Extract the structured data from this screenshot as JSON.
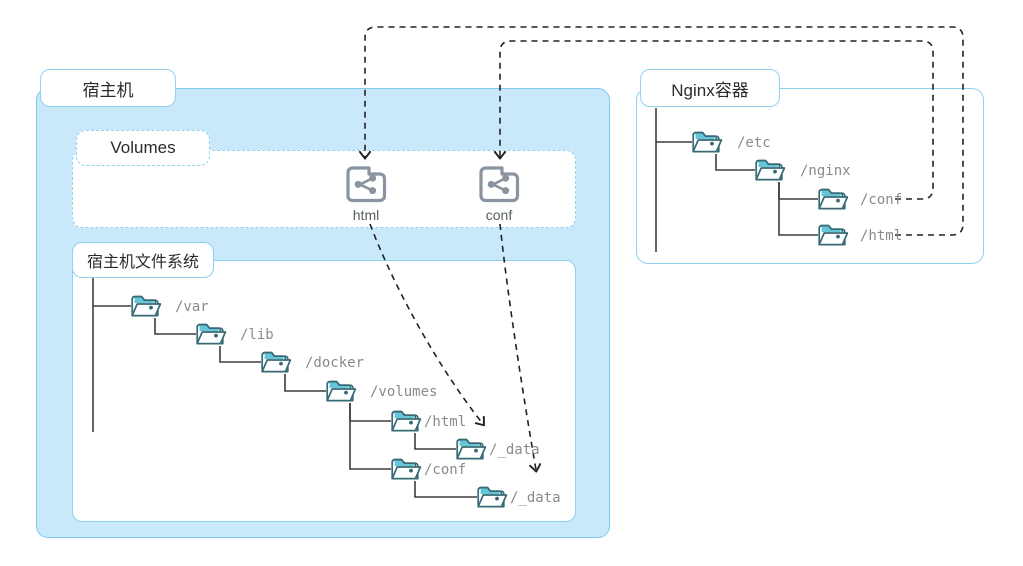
{
  "diagram": {
    "title": "Docker volume mapping between host and Nginx container",
    "type": "architecture-diagram",
    "colors": {
      "host_fill": "#c9e9fb",
      "panel_border": "#8ed2f0",
      "folder_tab": "#5fc6d8",
      "folder_outline": "#376a75",
      "share_icon": "#8a93a0",
      "label_text": "#8a8a8a",
      "connector": "#3d3d3d",
      "dashed_link": "#222222"
    }
  },
  "host": {
    "label": "宿主机",
    "volumes": {
      "label": "Volumes",
      "items": [
        {
          "name": "html",
          "icon": "share-volume-icon"
        },
        {
          "name": "conf",
          "icon": "share-volume-icon"
        }
      ]
    },
    "filesystem": {
      "label": "宿主机文件系统",
      "nodes": [
        {
          "id": "var",
          "label": "/var",
          "depth": 0,
          "icon": "folder-icon"
        },
        {
          "id": "lib",
          "label": "/lib",
          "depth": 1,
          "icon": "folder-icon"
        },
        {
          "id": "docker",
          "label": "/docker",
          "depth": 2,
          "icon": "folder-icon"
        },
        {
          "id": "volumes",
          "label": "/volumes",
          "depth": 3,
          "icon": "folder-icon"
        },
        {
          "id": "html",
          "label": "/html",
          "depth": 4,
          "icon": "folder-icon"
        },
        {
          "id": "html_data",
          "label": "/_data",
          "depth": 5,
          "icon": "folder-icon"
        },
        {
          "id": "conf",
          "label": "/conf",
          "depth": 4,
          "icon": "folder-icon"
        },
        {
          "id": "conf_data",
          "label": "/_data",
          "depth": 5,
          "icon": "folder-icon"
        }
      ]
    }
  },
  "container": {
    "label": "Nginx容器",
    "filesystem": {
      "nodes": [
        {
          "id": "etc",
          "label": "/etc",
          "depth": 0,
          "icon": "folder-icon"
        },
        {
          "id": "nginx",
          "label": "/nginx",
          "depth": 1,
          "icon": "folder-icon"
        },
        {
          "id": "conf",
          "label": "/conf",
          "depth": 2,
          "icon": "folder-icon"
        },
        {
          "id": "html",
          "label": "/html",
          "depth": 2,
          "icon": "folder-icon"
        }
      ]
    }
  },
  "links": [
    {
      "from": "container./html",
      "to": "volumes.html",
      "style": "dashed-arrow"
    },
    {
      "from": "container./conf",
      "to": "volumes.conf",
      "style": "dashed-arrow"
    },
    {
      "from": "volumes.html",
      "to": "host./var/lib/docker/volumes/html/_data",
      "style": "dashed-arrow"
    },
    {
      "from": "volumes.conf",
      "to": "host./var/lib/docker/volumes/conf/_data",
      "style": "dashed-arrow"
    }
  ]
}
